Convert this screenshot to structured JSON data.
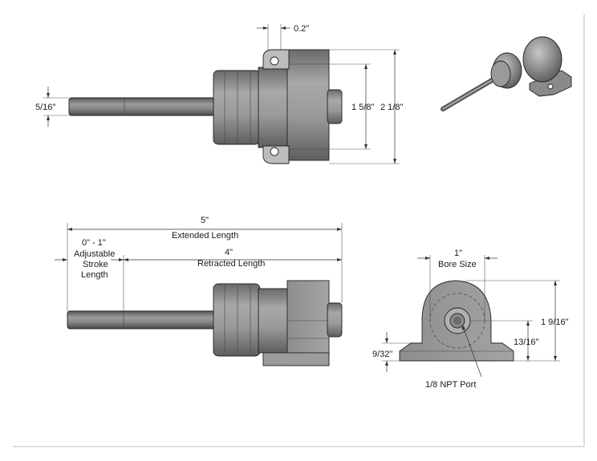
{
  "colors": {
    "background": "#ffffff",
    "line": "#222222",
    "metal_dark": "#7a7a7a",
    "metal_mid": "#9a9a9a",
    "metal_light": "#b8b8b8"
  },
  "top_view": {
    "flange_offset": "0.2\"",
    "rod_diameter": "5/16\"",
    "body_height": "1 5/8\"",
    "overall_height": "2 1/8\""
  },
  "side_view": {
    "extended_length_value": "5\"",
    "extended_length_label": "Extended Length",
    "stroke_value": "0\" - 1\"",
    "stroke_label_line1": "Adjustable",
    "stroke_label_line2": "Stroke",
    "stroke_label_line3": "Length",
    "retracted_length_value": "4\"",
    "retracted_length_label": "Retracted Length"
  },
  "end_view": {
    "bore_value": "1\"",
    "bore_label": "Bore Size",
    "overall_height": "1 9/16\"",
    "center_height": "13/16\"",
    "base_height": "9/32\"",
    "port_label": "1/8 NPT Port"
  }
}
